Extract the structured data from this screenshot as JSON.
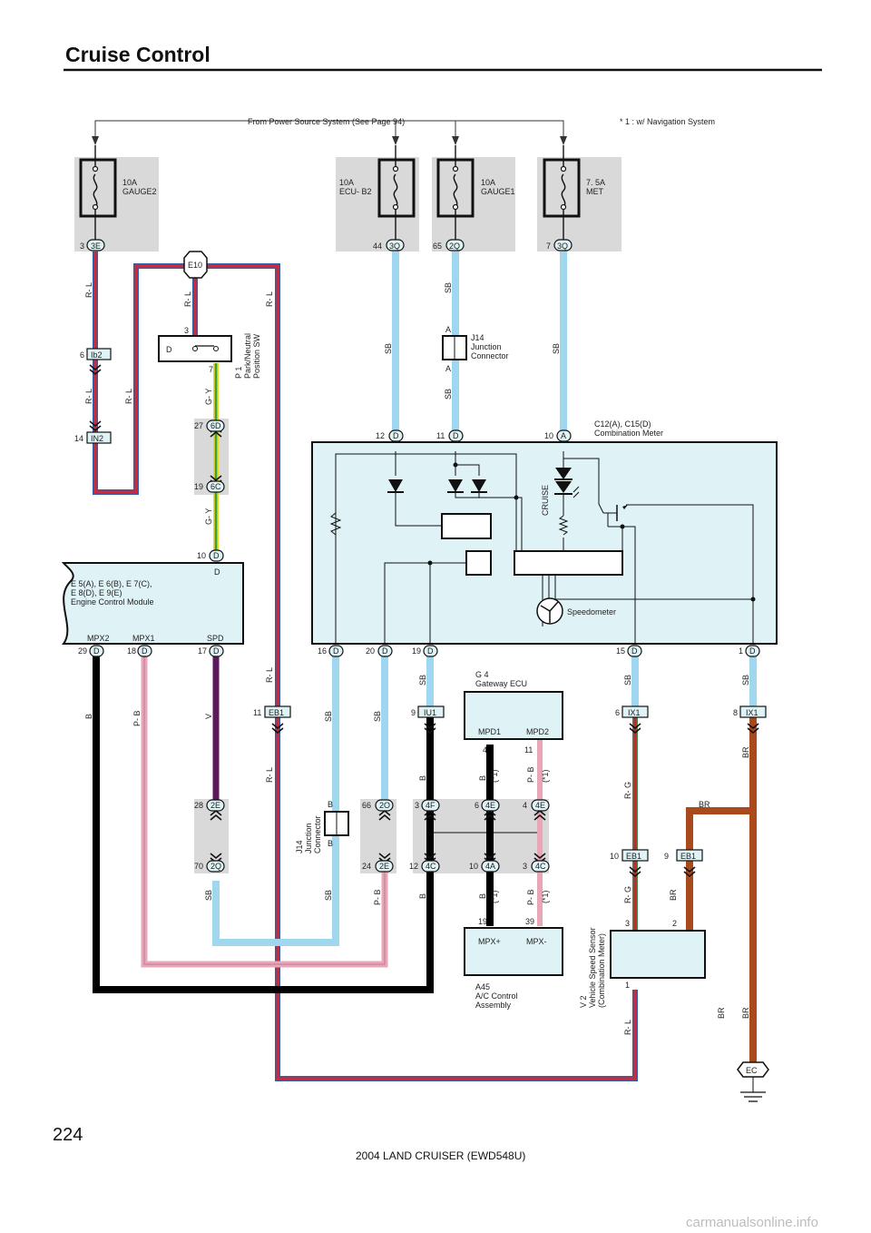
{
  "header": {
    "title": "Cruise Control"
  },
  "notes": {
    "power_source": "From Power Source System (See Page 94)",
    "nav_note": "* 1 : w/ Navigation System"
  },
  "fuses": {
    "gauge2": {
      "amp": "10A",
      "name": "GAUGE2",
      "pin": "3",
      "conn": "3E"
    },
    "ecub2": {
      "amp": "10A",
      "name": "ECU- B2",
      "pin": "44",
      "conn": "3Q"
    },
    "gauge1": {
      "amp": "10A",
      "name": "GAUGE1",
      "pin": "65",
      "conn": "2Q"
    },
    "met": {
      "amp": "7. 5A",
      "name": "MET",
      "pin": "7",
      "conn": "3Q"
    }
  },
  "components": {
    "e10": "E10",
    "park_sw": {
      "id": "P 1",
      "name1": "Park/Neutral",
      "name2": "Position SW",
      "switch_label": "D",
      "pin_top": "3",
      "pin_bot": "7"
    },
    "j14_top": {
      "id": "J14",
      "name1": "Junction",
      "name2": "Connector",
      "pin_a1": "A",
      "pin_a2": "A"
    },
    "meter": {
      "id": "C12(A), C15(D)",
      "name": "Combination Meter",
      "cruise": "CRUISE",
      "speedometer": "Speedometer"
    },
    "ecm": {
      "line1": "E 5(A), E 6(B), E 7(C),",
      "line2": "E 8(D), E 9(E)",
      "line3": "Engine Control Module",
      "pin_d": "D",
      "mpx2": "MPX2",
      "mpx1": "MPX1",
      "spd": "SPD"
    },
    "gateway": {
      "id": "G 4",
      "name": "Gateway ECU",
      "mpd1": "MPD1",
      "mpd2": "MPD2"
    },
    "j14_bot": {
      "id": "J14",
      "name1": "Junction",
      "name2": "Connector",
      "pin_b1": "B",
      "pin_b2": "B"
    },
    "ac": {
      "id": "A45",
      "name1": "A/C Control",
      "name2": "Assembly",
      "mpxp": "MPX+",
      "mpxm": "MPX-",
      "pin19": "19",
      "pin39": "39"
    },
    "vss": {
      "id": "V 2",
      "name1": "Vehicle Speed Sensor",
      "name2": "(Combination Meter)",
      "pin3": "3",
      "pin2": "2",
      "pin1": "1"
    },
    "ground": "EC"
  },
  "connectors": {
    "ib2": {
      "pin": "6",
      "id": "Ib2"
    },
    "in2": {
      "pin": "14",
      "id": "IN2"
    },
    "c6d": {
      "pin": "27",
      "id": "6D"
    },
    "c6c": {
      "pin": "19",
      "id": "6C"
    },
    "ecm_top": {
      "pin": "10",
      "id": "D"
    },
    "m12": {
      "pin": "12",
      "id": "D"
    },
    "m11": {
      "pin": "11",
      "id": "D"
    },
    "m10": {
      "pin": "10",
      "id": "A"
    },
    "m16": {
      "pin": "16",
      "id": "D"
    },
    "m20": {
      "pin": "20",
      "id": "D"
    },
    "m19": {
      "pin": "19",
      "id": "D"
    },
    "m15": {
      "pin": "15",
      "id": "D"
    },
    "m1": {
      "pin": "1",
      "id": "D"
    },
    "e29": {
      "pin": "29",
      "id": "D"
    },
    "e18": {
      "pin": "18",
      "id": "D"
    },
    "e17": {
      "pin": "17",
      "id": "D"
    },
    "eb1a": {
      "pin": "11",
      "id": "EB1"
    },
    "iu1": {
      "pin": "9",
      "id": "IU1"
    },
    "ix1a": {
      "pin": "6",
      "id": "IX1"
    },
    "ix1b": {
      "pin": "8",
      "id": "IX1"
    },
    "c2e": {
      "pin": "28",
      "id": "2E"
    },
    "c2q": {
      "pin": "70",
      "id": "2Q"
    },
    "c2o": {
      "pin": "66",
      "id": "2O"
    },
    "c2eb": {
      "pin": "24",
      "id": "2E"
    },
    "c4f": {
      "pin": "3",
      "id": "4F"
    },
    "c4c": {
      "pin": "12",
      "id": "4C"
    },
    "c4e1": {
      "pin": "6",
      "id": "4E"
    },
    "c4a": {
      "pin": "10",
      "id": "4A"
    },
    "c4e2": {
      "pin": "4",
      "id": "4E"
    },
    "c4c2": {
      "pin": "3",
      "id": "4C"
    },
    "eb1b": {
      "pin": "10",
      "id": "EB1"
    },
    "eb1c": {
      "pin": "9",
      "id": "EB1"
    },
    "gw4": "4",
    "gw11": "11"
  },
  "wire_labels": {
    "rl": "R- L",
    "sb": "SB",
    "gy": "G- Y",
    "b": "B",
    "pb": "P- B",
    "v": "V",
    "rg": "R- G",
    "br": "BR",
    "star1": "(*1)"
  },
  "wire_colors": {
    "sb": "#9fd6f0",
    "rl_core": "#d62633",
    "rl_stripe": "#2e5fa8",
    "gy_core": "#3f9e3f",
    "gy_stripe": "#e9d92a",
    "black": "#000000",
    "pb": "#e8a6b8",
    "v": "#5c1a5c",
    "rg_core": "#c8242e",
    "rg_stripe": "#3c8a47",
    "br": "#a94a1c",
    "meter_fill": "#dff3f6",
    "shade": "#d9d9d9"
  },
  "footer": {
    "page": "224",
    "model": "2004 LAND CRUISER (EWD548U)",
    "watermark": "carmanualsonline.info"
  }
}
